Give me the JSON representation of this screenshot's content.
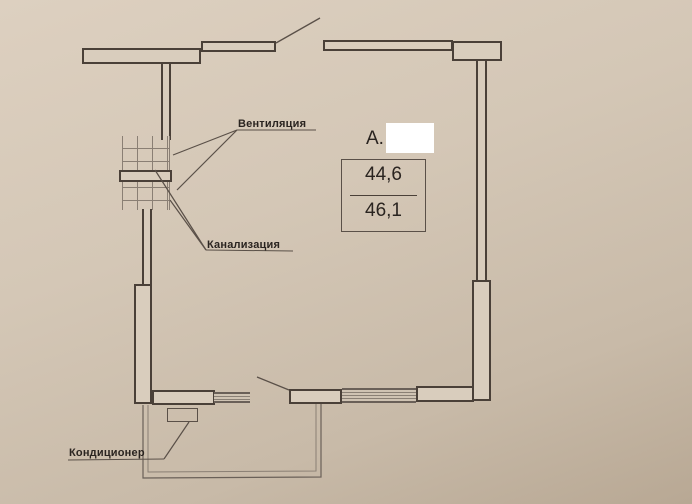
{
  "plan": {
    "apartment": {
      "label_prefix": "А.",
      "number_redacted": true,
      "living_area": "44,6",
      "total_area": "46,1"
    },
    "labels": {
      "ventilation": "Вентиляция",
      "sewerage": "Канализация",
      "air_conditioner": "Кондиционер"
    },
    "icons": {
      "door-swing": "line",
      "ventilation-shaft": "grid",
      "window": "hatched-rect"
    },
    "colors": {
      "paper": "#d4c7b6",
      "lines": "#4a4038",
      "text": "#2a2420",
      "redaction": "#ffffff"
    }
  }
}
